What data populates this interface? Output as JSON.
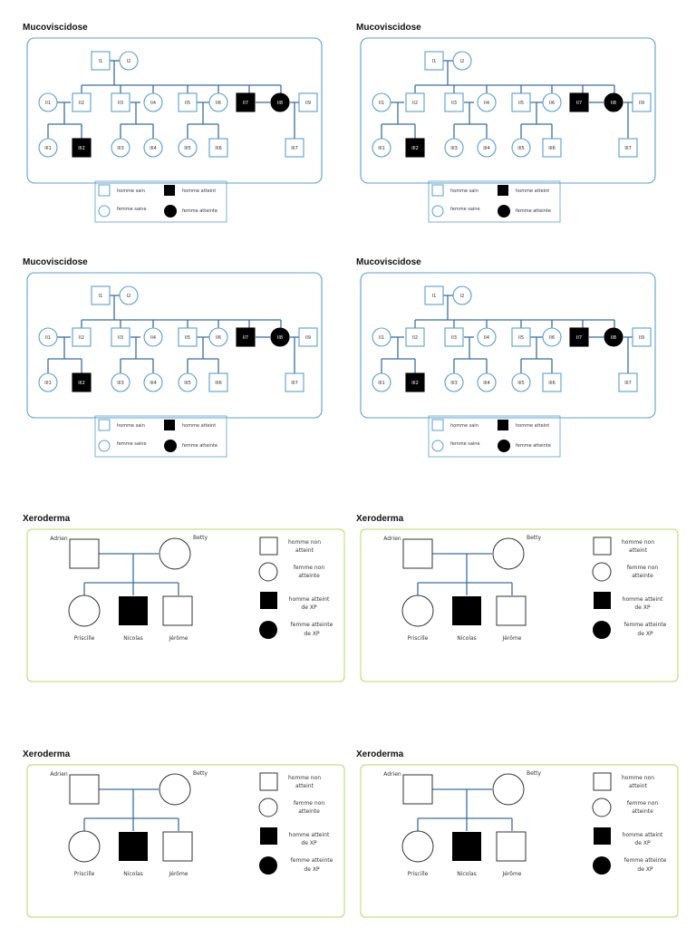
{
  "panels": [
    {
      "title": "Mucoviscidose",
      "type": "muco"
    },
    {
      "title": "Mucoviscidose",
      "type": "muco"
    },
    {
      "title": "Mucoviscidose",
      "type": "muco"
    },
    {
      "title": "Mucoviscidose",
      "type": "muco"
    },
    {
      "title": "Xeroderma",
      "type": "xero"
    },
    {
      "title": "Xeroderma",
      "type": "xero"
    },
    {
      "title": "Xeroderma",
      "type": "xero"
    },
    {
      "title": "Xeroderma",
      "type": "xero"
    }
  ],
  "muco": {
    "gen1": [
      "I1",
      "I2"
    ],
    "gen2": [
      "II1",
      "II2",
      "II3",
      "II4",
      "II5",
      "II6",
      "II7",
      "II8",
      "II9"
    ],
    "gen3": [
      "III1",
      "III2",
      "III3",
      "III4",
      "III5",
      "III6",
      "III7"
    ],
    "legend": {
      "male_healthy": "homme sain",
      "male_affected": "homme atteint",
      "female_healthy": "femme saine",
      "female_affected": "femme atteinte"
    },
    "colors": {
      "frame": "#5aa0cf",
      "line": "#3a6fa0",
      "affected": "#000000"
    }
  },
  "xero": {
    "father": "Adrien",
    "mother": "Betty",
    "children": [
      "Priscille",
      "Nicolas",
      "Jérôme"
    ],
    "legend": {
      "male_unaffected_1": "homme non",
      "male_unaffected_2": "atteint",
      "female_unaffected_1": "femme non",
      "female_unaffected_2": "atteinte",
      "male_affected_1": "homme atteint",
      "male_affected_2": "de XP",
      "female_affected_1": "femme atteinte",
      "female_affected_2": "de XP"
    },
    "colors": {
      "frame": "#b8d86a",
      "line": "#3a6fa0",
      "affected": "#000000"
    }
  }
}
